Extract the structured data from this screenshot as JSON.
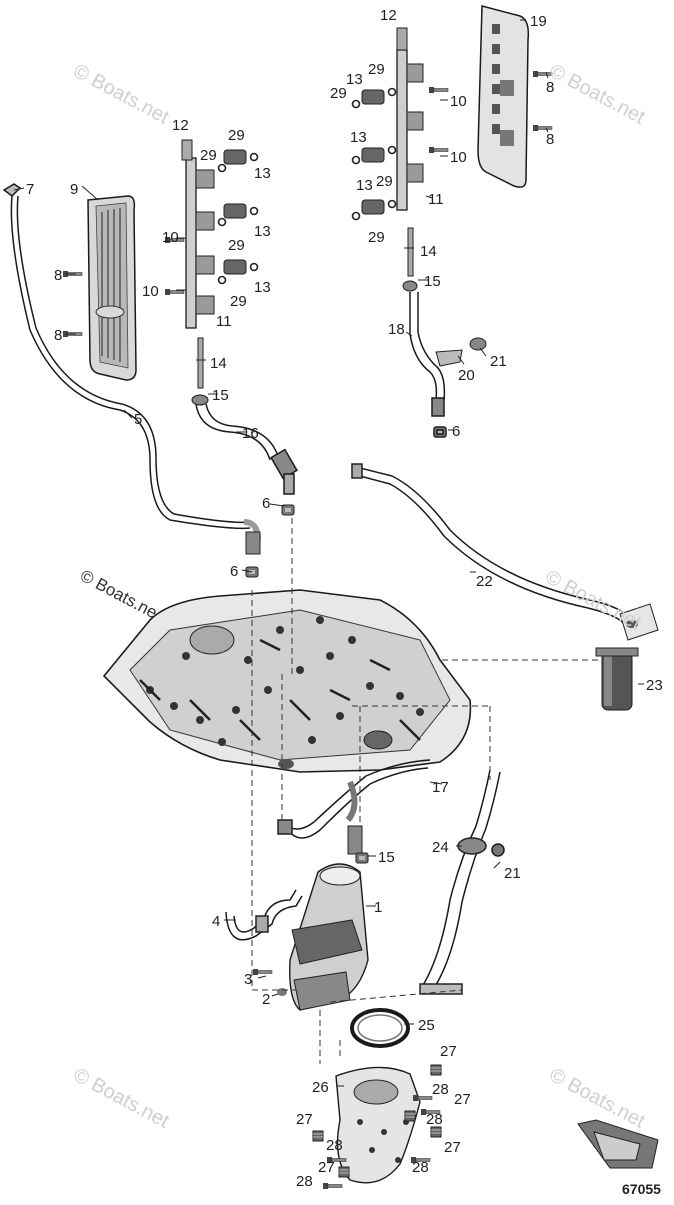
{
  "watermark": "© Boats.net",
  "watermark_short": "© Boats.ne",
  "figure_number": "67055",
  "callouts": {
    "c1": "1",
    "c2": "2",
    "c3": "3",
    "c4": "4",
    "c5": "5",
    "c6": "6",
    "c7": "7",
    "c8": "8",
    "c9": "9",
    "c10": "10",
    "c11": "11",
    "c12": "12",
    "c13": "13",
    "c14": "14",
    "c15": "15",
    "c16": "16",
    "c17": "17",
    "c18": "18",
    "c19": "19",
    "c20": "20",
    "c21": "21",
    "c22": "22",
    "c23": "23",
    "c24": "24",
    "c25": "25",
    "c26": "26",
    "c27": "27",
    "c28": "28",
    "c29": "29"
  },
  "colors": {
    "line": "#1a1a1a",
    "fill_light": "#f0f0f0",
    "fill_mid": "#bdbdbd",
    "fill_dark": "#5a5a5a",
    "watermark": "#cfcfcf"
  }
}
